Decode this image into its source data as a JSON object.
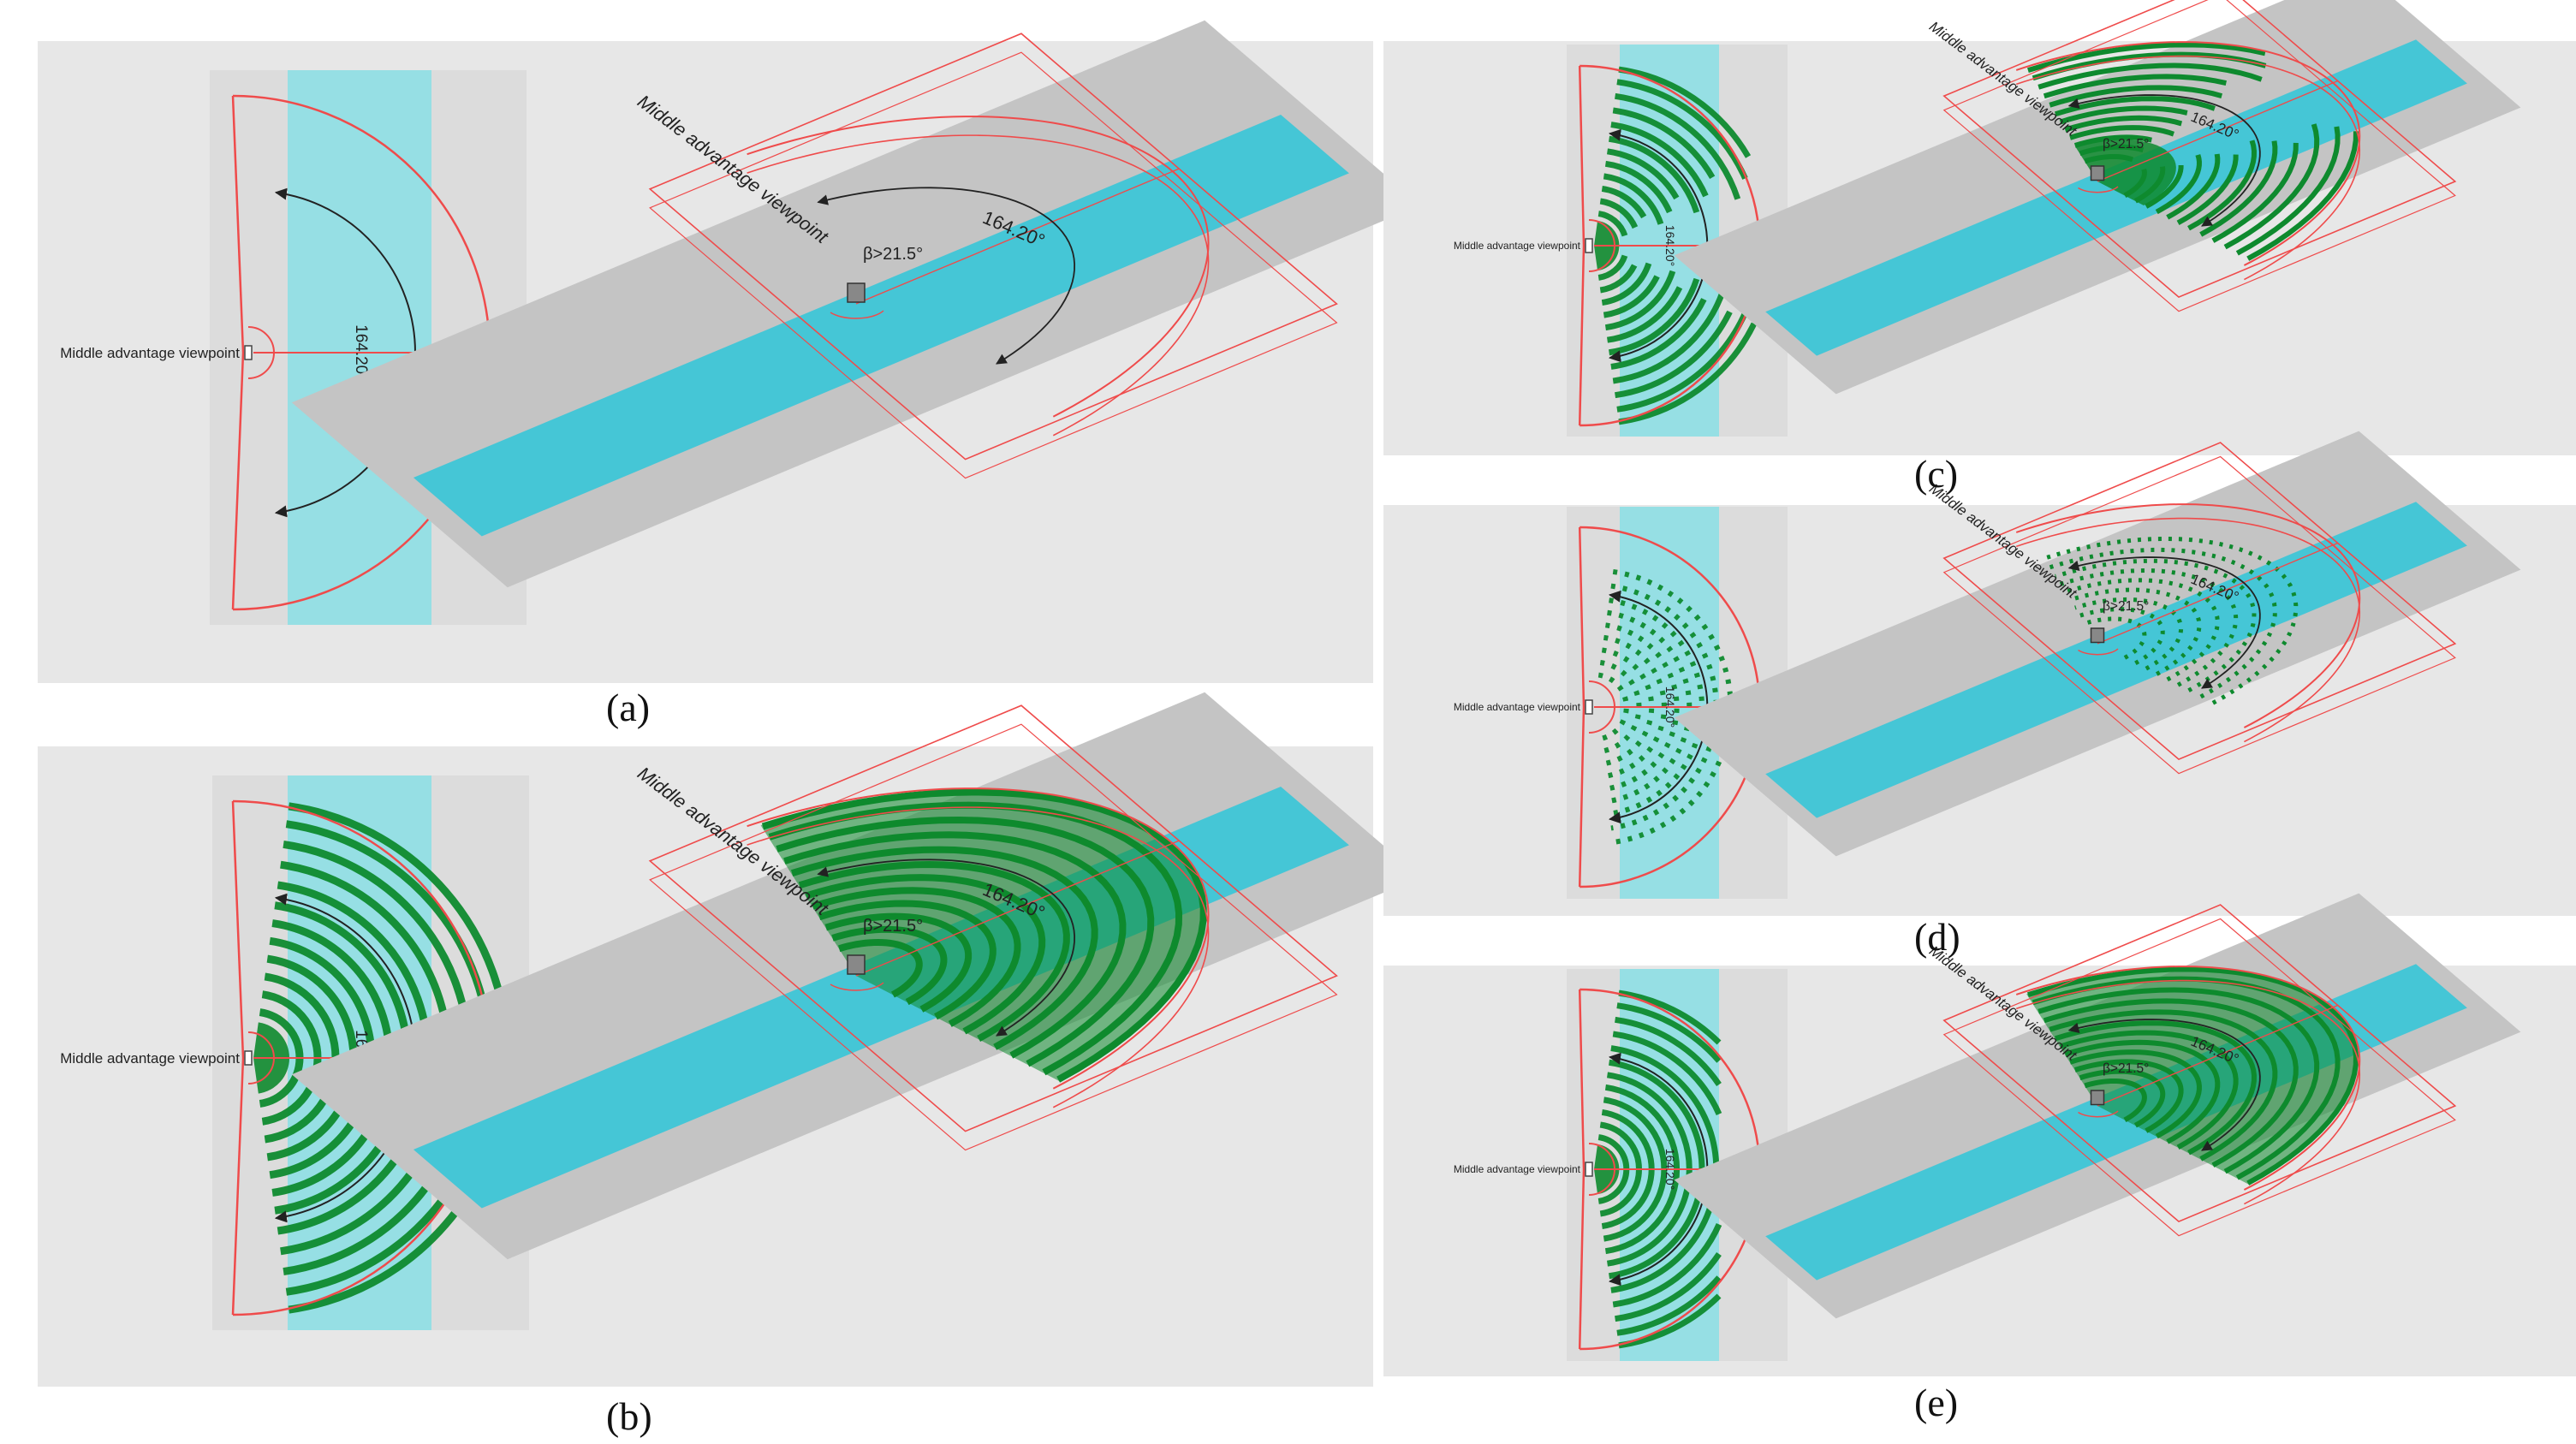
{
  "figure": {
    "colors": {
      "panel_bg": "#e7e7e7",
      "ground": "#c4c4c4",
      "ground_light": "#dcdcdc",
      "river": "#45c6d6",
      "river_light": "#96dfe4",
      "boundary": "#ef4b4b",
      "vegetation": "#0e8a2e",
      "annotation": "#222222"
    },
    "texts": {
      "viewpoint_label": "Middle advantage viewpoint",
      "angle_label": "164.20°",
      "beta_label": "β>21.5°"
    },
    "panels": [
      {
        "id": "a",
        "label": "(a)",
        "vegetation": "none"
      },
      {
        "id": "b",
        "label": "(b)",
        "vegetation": "dense-rings"
      },
      {
        "id": "c",
        "label": "(c)",
        "vegetation": "broken-rings"
      },
      {
        "id": "d",
        "label": "(d)",
        "vegetation": "dotted-rings"
      },
      {
        "id": "e",
        "label": "(e)",
        "vegetation": "clipped-rings"
      }
    ]
  }
}
